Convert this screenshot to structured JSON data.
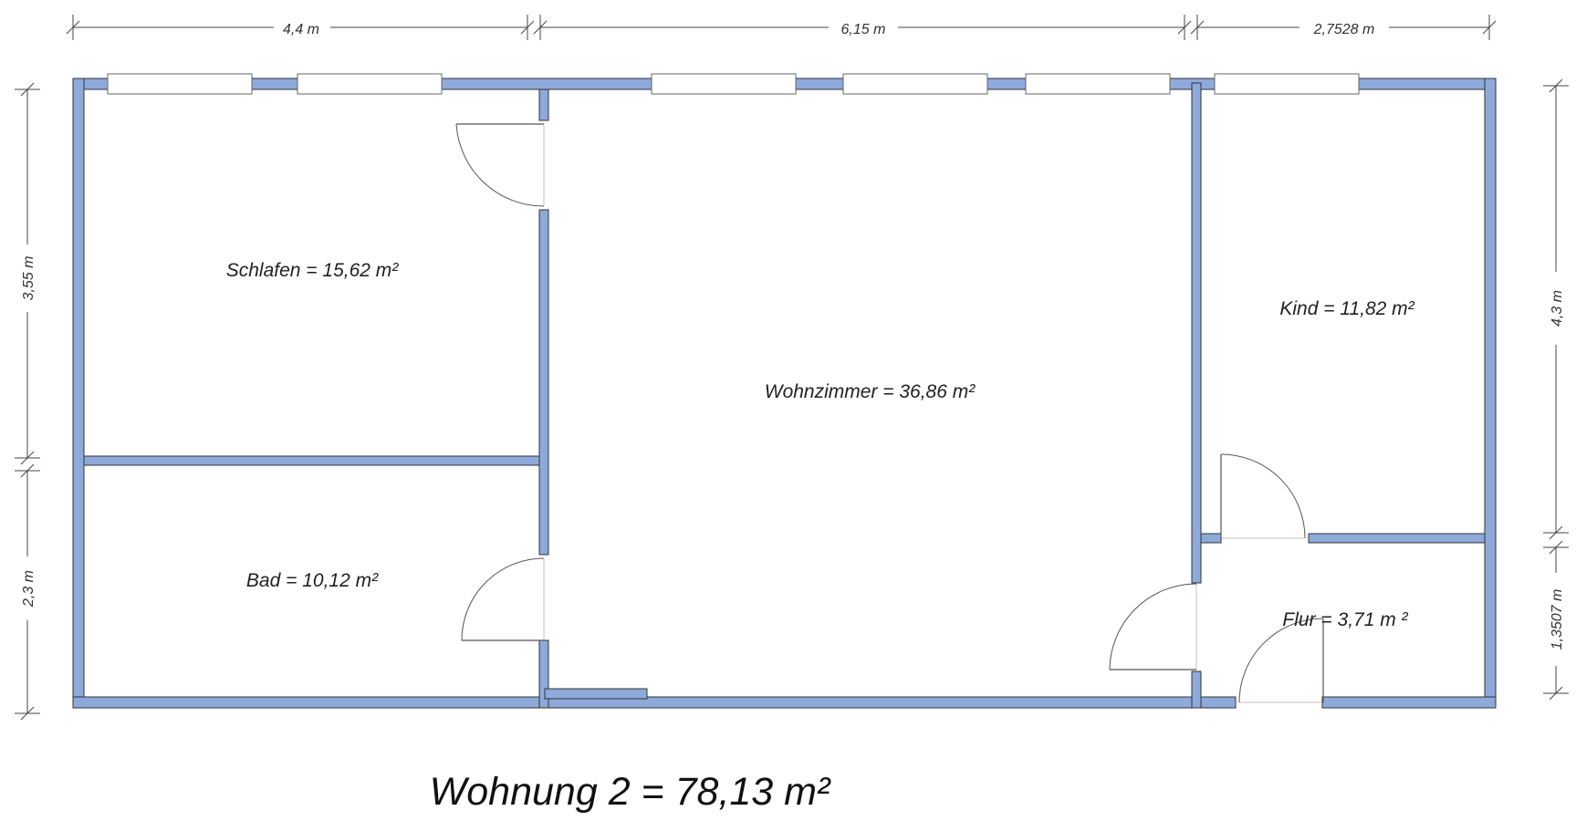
{
  "plan": {
    "title": "Wohnung 2 = 78,13 m²",
    "wall_color": "#8eaadb",
    "rooms": [
      {
        "id": "schlafen",
        "label": "Schlafen = 15,62 m²"
      },
      {
        "id": "bad",
        "label": "Bad = 10,12 m²"
      },
      {
        "id": "wohnzimmer",
        "label": "Wohnzimmer = 36,86 m²"
      },
      {
        "id": "kind",
        "label": "Kind = 11,82 m²"
      },
      {
        "id": "flur",
        "label": "Flur = 3,71 m ²"
      }
    ],
    "dimensions": {
      "top": [
        "4,4 m",
        "6,15 m",
        "2,7528 m"
      ],
      "left": [
        "3,55 m",
        "2,3 m"
      ],
      "right": [
        "4,3 m",
        "1,3507 m"
      ]
    }
  }
}
